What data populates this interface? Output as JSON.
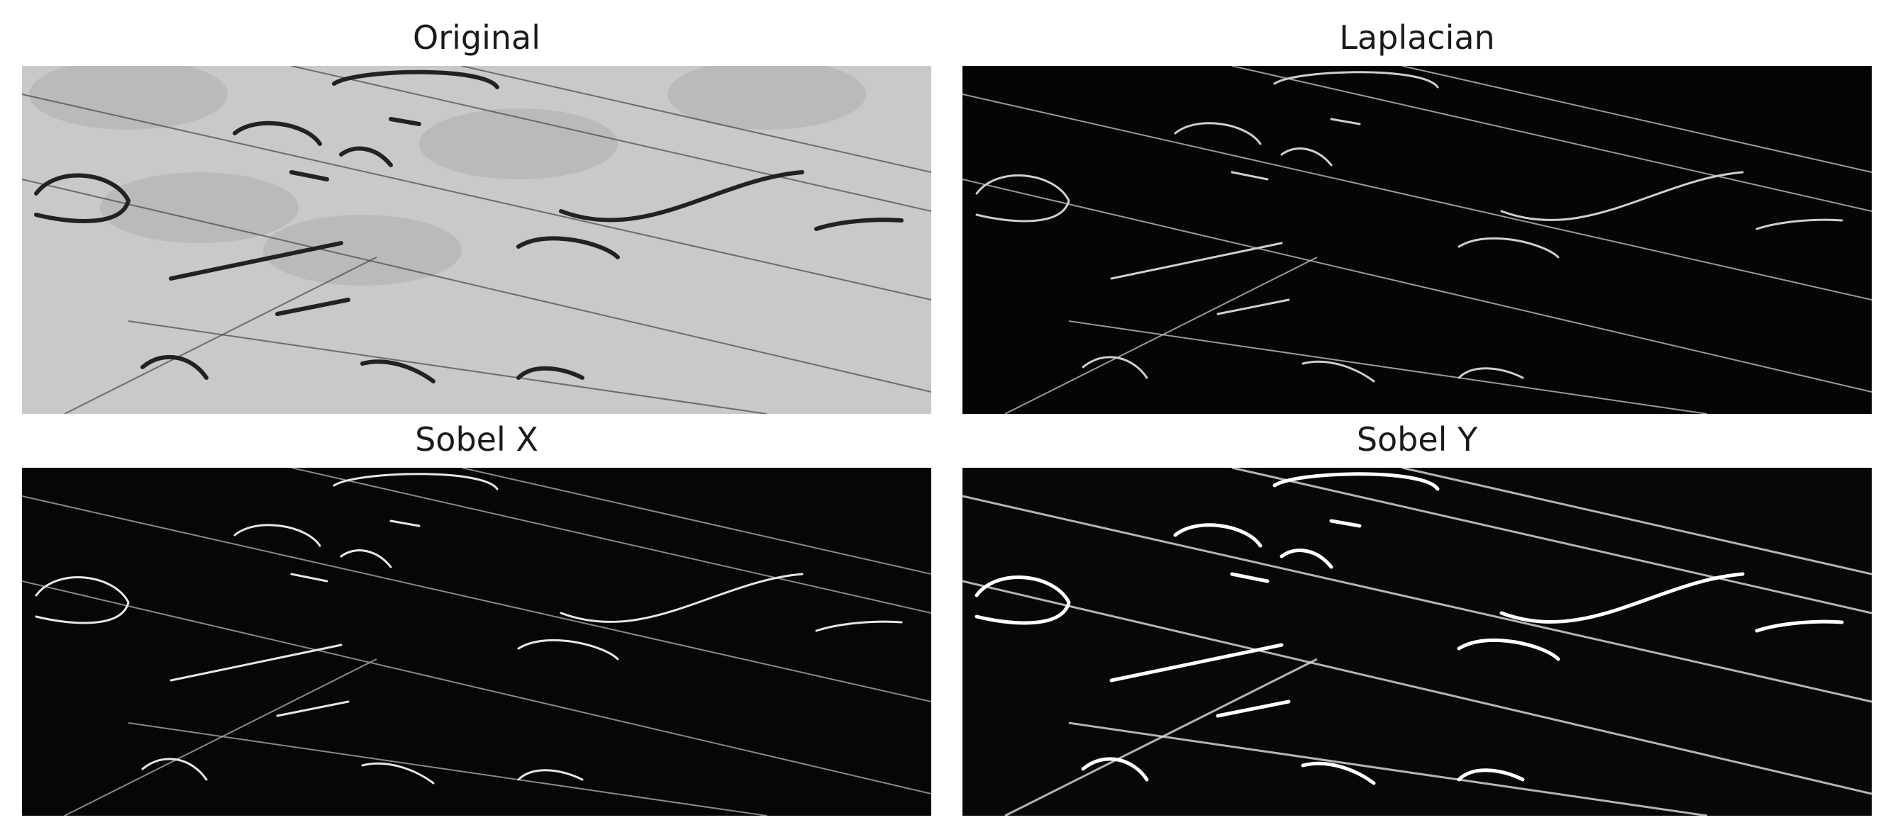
{
  "panels": [
    {
      "title": "Original",
      "image": "grayscale photo of handwritten math on lined paper",
      "background": "#c9c9c9",
      "stroke": "#222222",
      "line": "#444444"
    },
    {
      "title": "Laplacian",
      "image": "laplacian edge map",
      "background": "#050505",
      "stroke": "#cfcfcf",
      "line": "#bdbdbd"
    },
    {
      "title": "Sobel X",
      "image": "horizontal-gradient edge map",
      "background": "#060606",
      "stroke": "#e6e6e6",
      "line": "#a9a9a9"
    },
    {
      "title": "Sobel Y",
      "image": "vertical-gradient edge map",
      "background": "#070707",
      "stroke": "#ffffff",
      "line": "#e0e0e0"
    }
  ]
}
